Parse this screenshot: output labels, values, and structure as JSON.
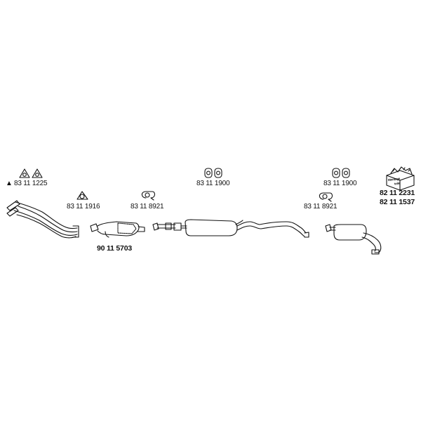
{
  "parts": {
    "gasket_set_front": {
      "number": "83 11 1225",
      "marker": "▲"
    },
    "ring_gasket": {
      "number": "83 11 1916"
    },
    "clamp_front": {
      "number": "83 11 8921"
    },
    "catalyst": {
      "number": "90 11 5703"
    },
    "gasket_mid": {
      "number": "83 11 1900"
    },
    "gasket_rear": {
      "number": "83 11 1900"
    },
    "clamp_rear": {
      "number": "83 11 8921"
    },
    "mounting_kit": {
      "box_label_1": "Montage",
      "box_label_2": "teile",
      "number_1": "82 11 2231",
      "number_2": "82 11 1537"
    }
  }
}
